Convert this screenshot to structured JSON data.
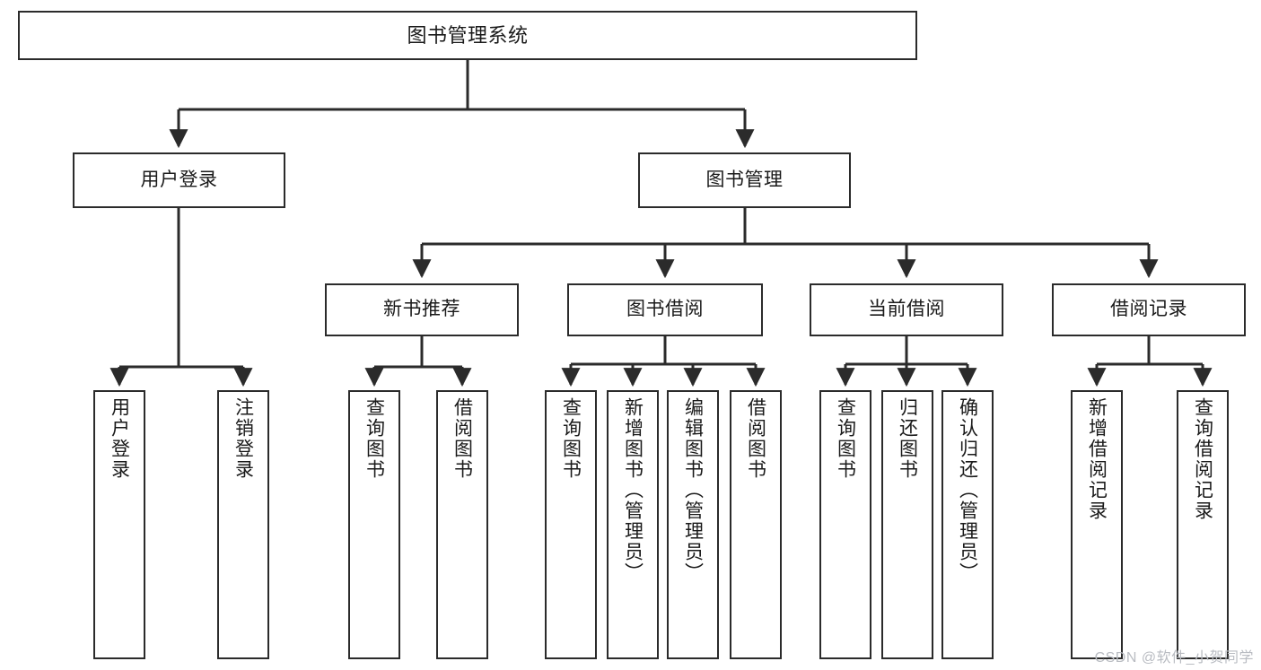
{
  "diagram": {
    "type": "tree-hierarchy-chart",
    "title": "图书管理系统",
    "stroke_color": "#2b2b2b",
    "fill_color": "#ffffff",
    "text_color": "#1a1a1a",
    "watermark": "CSDN @软件_小贺同学",
    "nodes": {
      "root": {
        "label": "图书管理系统"
      },
      "level2": [
        {
          "id": "user-login",
          "label": "用户登录"
        },
        {
          "id": "book-management",
          "label": "图书管理"
        }
      ],
      "level3": [
        {
          "id": "new-book-recommend",
          "label": "新书推荐"
        },
        {
          "id": "book-borrow",
          "label": "图书借阅"
        },
        {
          "id": "current-borrow",
          "label": "当前借阅"
        },
        {
          "id": "borrow-record",
          "label": "借阅记录"
        }
      ],
      "leaves": {
        "user_login": [
          {
            "id": "leaf-user-login",
            "label": "用户登录"
          },
          {
            "id": "leaf-logout-login",
            "label": "注销登录"
          }
        ],
        "new_book_recommend": [
          {
            "id": "leaf-query-book-1",
            "label": "查询图书"
          },
          {
            "id": "leaf-borrow-book-1",
            "label": "借阅图书"
          }
        ],
        "book_borrow": [
          {
            "id": "leaf-query-book-2",
            "label": "查询图书"
          },
          {
            "id": "leaf-add-book-admin",
            "label": "新增图书（管理员）"
          },
          {
            "id": "leaf-edit-book-admin",
            "label": "编辑图书（管理员）"
          },
          {
            "id": "leaf-borrow-book-2",
            "label": "借阅图书"
          }
        ],
        "current_borrow": [
          {
            "id": "leaf-query-book-3",
            "label": "查询图书"
          },
          {
            "id": "leaf-return-book",
            "label": "归还图书"
          },
          {
            "id": "leaf-confirm-return-admin",
            "label": "确认归还（管理员）"
          }
        ],
        "borrow_record": [
          {
            "id": "leaf-add-borrow-record",
            "label": "新增借阅记录"
          },
          {
            "id": "leaf-query-borrow-record",
            "label": "查询借阅记录"
          }
        ]
      }
    }
  }
}
